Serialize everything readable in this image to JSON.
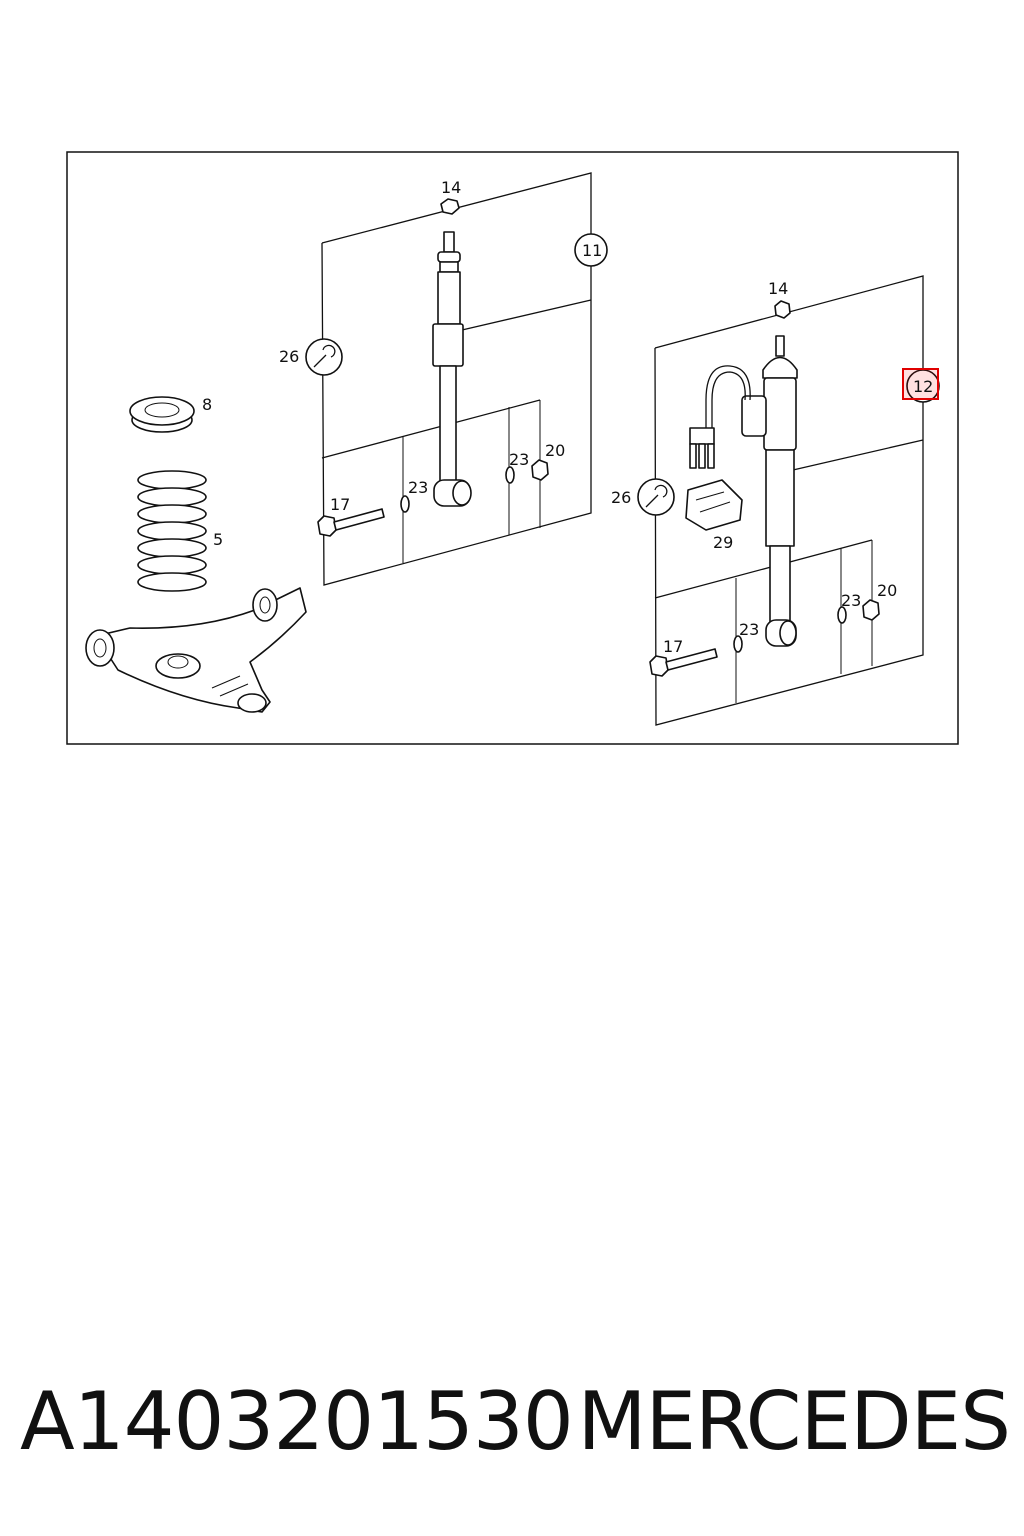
{
  "diagram": {
    "callouts": {
      "c14_left": "14",
      "c11": "11",
      "c26_left": "26",
      "c8": "8",
      "c5": "5",
      "c17_left": "17",
      "c23_left_a": "23",
      "c23_left_b": "23",
      "c20_left": "20",
      "c14_right": "14",
      "c12": "12",
      "c26_right": "26",
      "c29": "29",
      "c17_right": "17",
      "c23_right_a": "23",
      "c23_right_b": "23",
      "c20_right": "20"
    },
    "highlight_color": "#e00000"
  },
  "caption": {
    "part_number": "A1403201530",
    "brand": "MERCEDES"
  }
}
